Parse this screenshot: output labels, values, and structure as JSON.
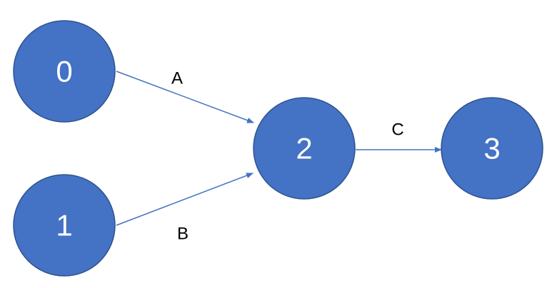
{
  "colors": {
    "node_fill": "#4472c4",
    "edge": "#4472c4",
    "node_text": "#ffffff",
    "label_text": "#000000"
  },
  "nodes": [
    {
      "id": "n0",
      "label": "0"
    },
    {
      "id": "n1",
      "label": "1"
    },
    {
      "id": "n2",
      "label": "2"
    },
    {
      "id": "n3",
      "label": "3"
    }
  ],
  "edges": [
    {
      "id": "eA",
      "from": "0",
      "to": "2",
      "label": "A"
    },
    {
      "id": "eB",
      "from": "1",
      "to": "2",
      "label": "B"
    },
    {
      "id": "eC",
      "from": "2",
      "to": "3",
      "label": "C"
    }
  ]
}
